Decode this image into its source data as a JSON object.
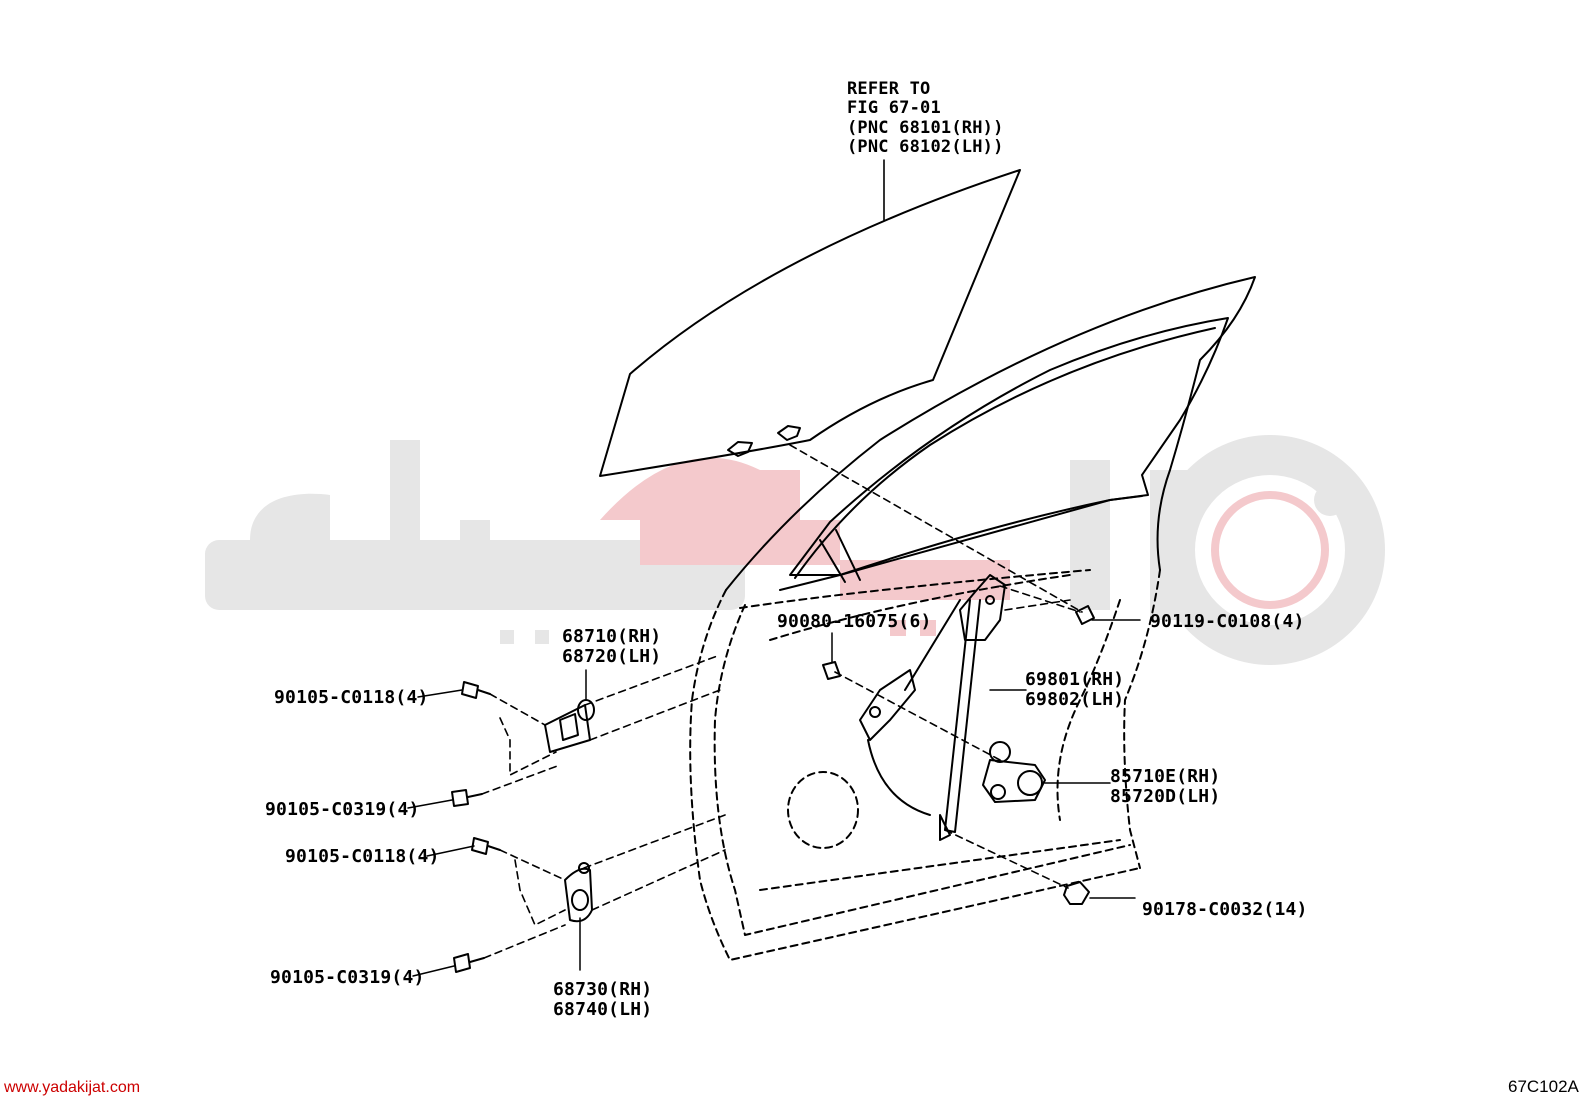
{
  "watermark": {
    "text": "یدکی جات",
    "color_gray": "#e6e6e6",
    "color_red": "#f4c9cc"
  },
  "reference": {
    "line1": "REFER TO",
    "line2": "FIG 67-01",
    "line3": "(PNC 68101(RH))",
    "line4": "(PNC 68102(LH))"
  },
  "parts": {
    "hinge_upper_rh": "68710(RH)",
    "hinge_upper_lh": "68720(LH)",
    "bolt_upper_a": "90105-C0118(4)",
    "bolt_upper_b": "90105-C0319(4)",
    "bolt_lower_a": "90105-C0118(4)",
    "bolt_lower_b": "90105-C0319(4)",
    "hinge_lower_rh": "68730(RH)",
    "hinge_lower_lh": "68740(LH)",
    "bolt_regulator": "90080-16075(6)",
    "bolt_glass": "90119-C0108(4)",
    "regulator_rh": "69801(RH)",
    "regulator_lh": "69802(LH)",
    "motor_rh": "85710E(RH)",
    "motor_lh": "85720D(LH)",
    "nut": "90178-C0032(14)"
  },
  "footer": {
    "website": "www.yadakijat.com",
    "figure_code": "67C102A"
  },
  "colors": {
    "line": "#000000",
    "website": "#cc0000"
  }
}
